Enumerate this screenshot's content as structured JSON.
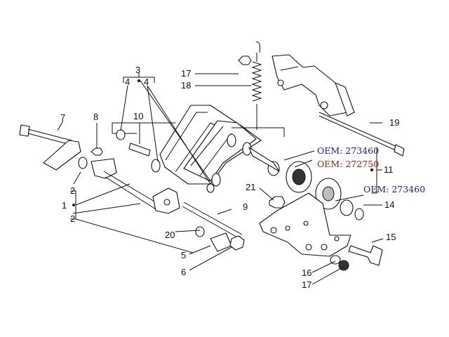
{
  "callouts": {
    "n1": "1",
    "n2a": "2",
    "n2b": "2",
    "n2c": "2",
    "n3": "3",
    "n4a": "4",
    "n4b": "4",
    "n5": "5",
    "n6": "6",
    "n7": "7",
    "n8": "8",
    "n9": "9",
    "n10": "10",
    "n11": "11",
    "n14": "14",
    "n15": "15",
    "n16": "16",
    "n17a": "17",
    "n17b": "17",
    "n18": "18",
    "n19": "19",
    "n20": "20",
    "n21": "21"
  },
  "oem": {
    "a": "OEM: 273460",
    "b": "OEM: 272750",
    "c": "OEM: 273460"
  },
  "colors": {
    "oem_blue": "#1a1a8c",
    "oem_red": "#b01818",
    "line": "#111111"
  }
}
